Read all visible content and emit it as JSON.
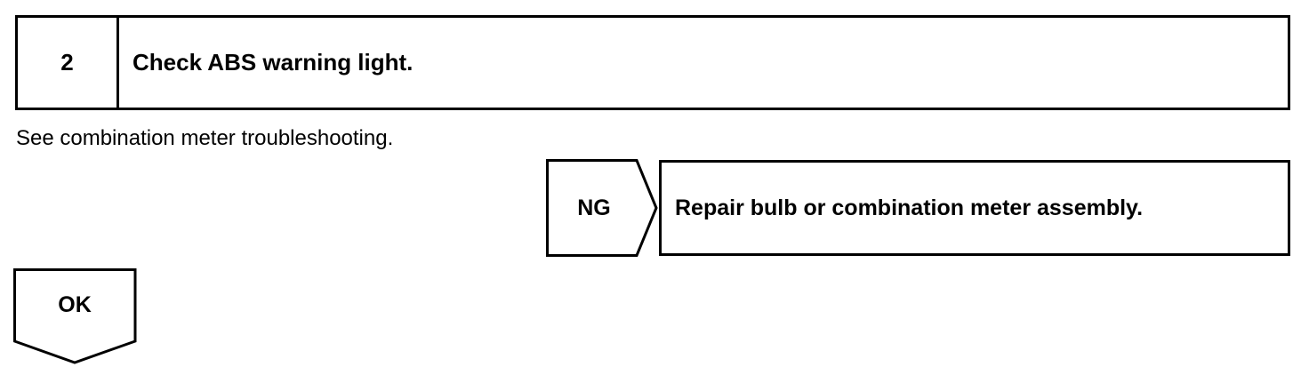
{
  "step": {
    "number": "2",
    "title": "Check ABS warning light."
  },
  "instruction": "See combination meter troubleshooting.",
  "ng_branch": {
    "label": "NG",
    "action": "Repair bulb or combination meter assembly."
  },
  "ok_branch": {
    "label": "OK"
  }
}
